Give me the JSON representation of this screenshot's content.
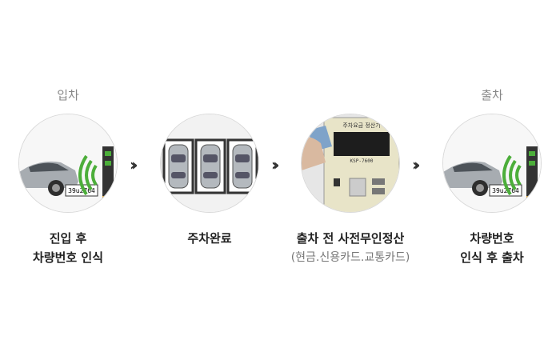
{
  "steps": [
    {
      "top_label": "입차",
      "caption_line1": "진입 후",
      "caption_line2": "차량번호 인식",
      "plate": "39u2764"
    },
    {
      "top_label": "",
      "caption_line1": "주차완료",
      "caption_line2": ""
    },
    {
      "top_label": "",
      "caption_line1": "출차 전 사전무인정산",
      "caption_line2": "(현금.신용카드.교통카드)",
      "machine_title": "주차요금 정산기",
      "machine_model": "KSP-7600"
    },
    {
      "top_label": "출차",
      "caption_line1": "차량번호",
      "caption_line2": "인식 후 출차",
      "plate": "39u2764"
    }
  ],
  "arrow_glyph": "››",
  "colors": {
    "signal_green": "#4cae3a",
    "car_silver": "#9aa0a6",
    "machine_body": "#e8e4c8"
  },
  "icons": [
    "car-icon",
    "license-plate-icon",
    "signal-waves-icon",
    "parking-lot-icon",
    "payment-kiosk-icon",
    "double-chevron-right-icon"
  ]
}
